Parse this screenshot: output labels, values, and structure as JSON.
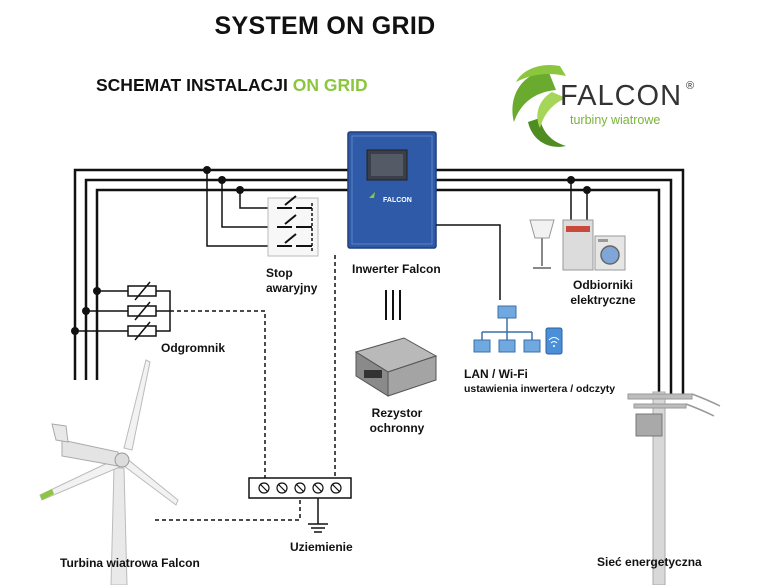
{
  "title": "SYSTEM  ON GRID",
  "subtitle": {
    "prefix": "SCHEMAT INSTALACJI",
    "accent": "ON GRID",
    "accent_color": "#8cc63f"
  },
  "logo": {
    "name": "FALCON",
    "registered": "®",
    "tagline": "turbiny wiatrowe",
    "inverter_badge": "FALCON"
  },
  "components": {
    "stop": {
      "line1": "Stop",
      "line2": "awaryjny"
    },
    "inverter": {
      "label": "Inwerter Falcon"
    },
    "loads": {
      "line1": "Odbiorniki",
      "line2": "elektryczne"
    },
    "surge_arrester": {
      "label": "Odgromnik"
    },
    "lan": {
      "line1": "LAN / Wi-Fi",
      "line2": "ustawienia inwertera / odczyty"
    },
    "resistor": {
      "line1": "Rezystor",
      "line2": "ochronny"
    },
    "turbine": {
      "label": "Turbina wiatrowa Falcon"
    },
    "grounding": {
      "label": "Uziemienie"
    },
    "grid": {
      "label": "Sieć energetyczna"
    }
  },
  "colors": {
    "inverter_body": "#2f5aa8",
    "accent_green": "#8cc63f",
    "wire": "#111111"
  },
  "icons": [
    "falcon-logo-icon",
    "stop-switch-icon",
    "inverter-icon",
    "lamp-icon",
    "boiler-icon",
    "washing-machine-icon",
    "surge-arrester-icon",
    "computer-network-icon",
    "tablet-wifi-icon",
    "resistor-icon",
    "wind-turbine-icon",
    "terminal-block-icon",
    "ground-symbol-icon",
    "power-pole-icon"
  ]
}
